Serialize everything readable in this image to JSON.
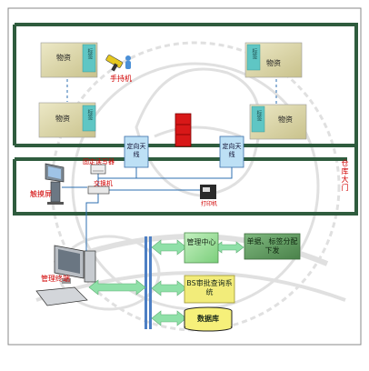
{
  "warehouse_top": {
    "goods_label": "物资",
    "tag_label": "标签"
  },
  "labels": {
    "handheld": "手持机",
    "antenna": "定向天线",
    "fixed_reader": "固定读写器",
    "touchscreen": "触摸屏",
    "switch": "交换机",
    "printer": "打印机",
    "warehouse_gate": "仓库大门",
    "admin_terminal": "管理终端",
    "mgmt_center": "管理中心",
    "receipt_dispatch": "单据、标签分配下发",
    "bs_query": "BS审批查询系统",
    "database": "数据库"
  },
  "colors": {
    "wall": "#2f5c3e",
    "label_red": "#d10000",
    "box_tan": "#d8d2a2",
    "tag_teal": "#5fc6c4",
    "arrow_green": "#8fe0a8",
    "mgmt_green": "#9de09a",
    "dispatch_green": "#5f9a5f",
    "bs_yellow": "#f2ec7a",
    "db_yellow": "#f6f07a",
    "antenna_blue": "#bde0f5",
    "bus_blue": "#4d7fc4"
  }
}
